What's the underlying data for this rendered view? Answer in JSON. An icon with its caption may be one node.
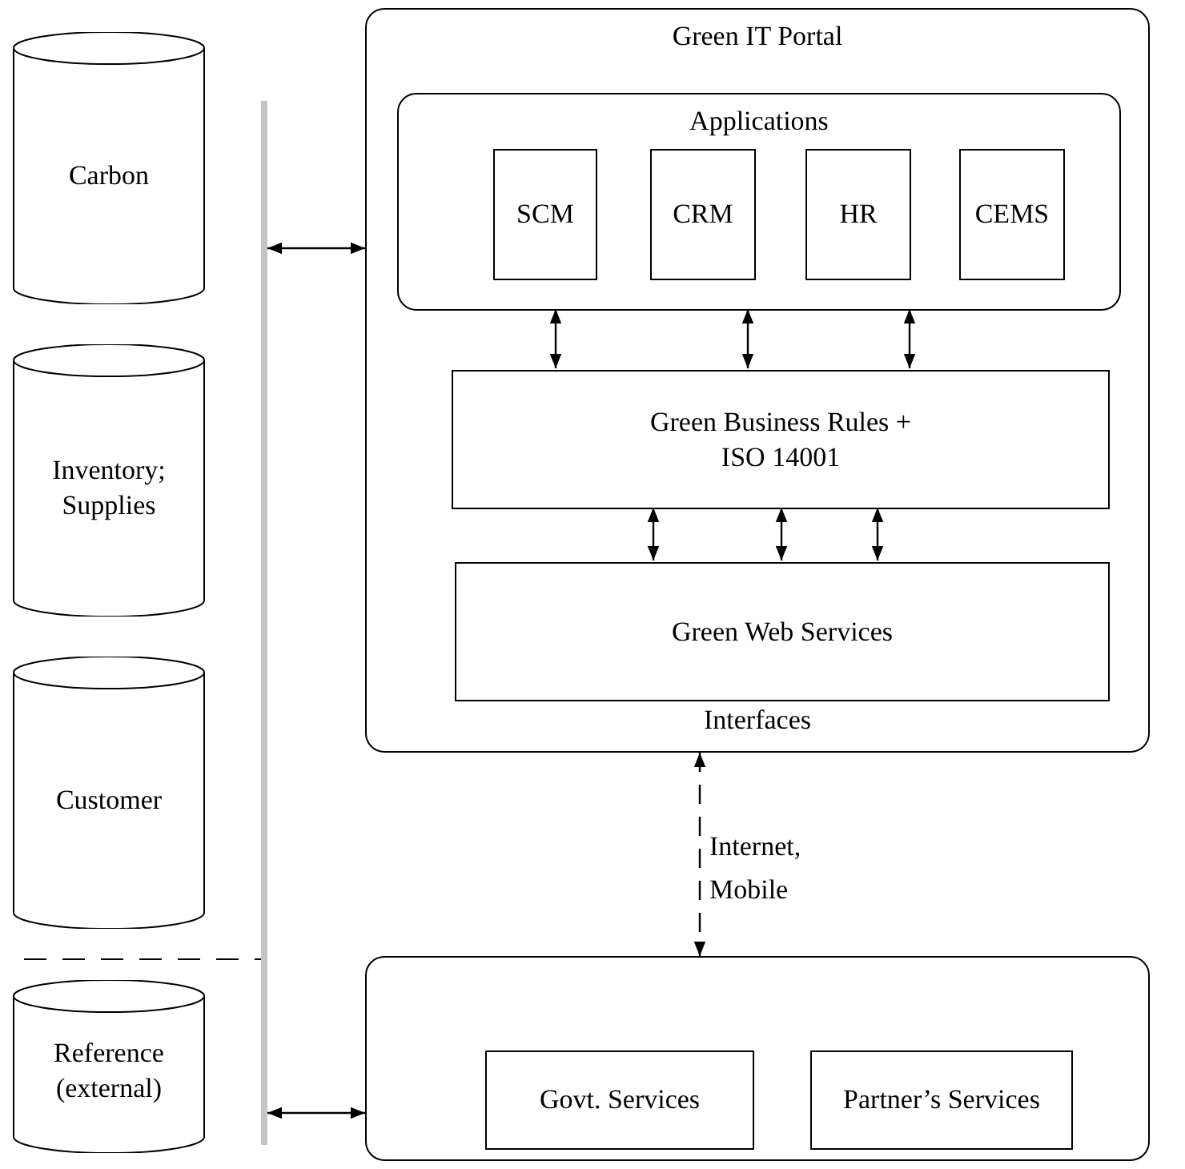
{
  "diagram": {
    "nodes": [
      {
        "text": [
          "Green IT Portal",
          "Interfaces"
        ]
      },
      {
        "text": [
          "Applications"
        ],
        "in": 0
      },
      {
        "text": [
          "SCM"
        ],
        "in": 1
      },
      {
        "text": [
          "CRM"
        ],
        "in": 1
      },
      {
        "text": [
          "HR"
        ],
        "in": 1
      },
      {
        "text": [
          "CEMS"
        ],
        "in": 1
      },
      {
        "text": [
          "Green Business Rules + ISO 14001"
        ],
        "in": 0
      },
      {
        "text": [
          "Green Web Services"
        ],
        "in": 0
      },
      {
        "text": [],
        "shape": "box"
      },
      {
        "text": [
          "Govt. Services"
        ],
        "in": 8
      },
      {
        "text": [
          "Partner’s Services"
        ],
        "in": 8
      },
      {
        "text": [
          "Carbon"
        ]
      },
      {
        "text": [
          "Inventory; Supplies"
        ]
      },
      {
        "text": [
          "Customer"
        ]
      },
      {
        "text": [
          "Reference (external)"
        ]
      },
      {
        "text": [],
        "shape": "bar"
      }
    ],
    "edges": [
      {
        "from": 15,
        "to": 0,
        "arrow": "both"
      },
      {
        "from": 1,
        "to": 6,
        "arrow": "both"
      },
      {
        "from": 1,
        "to": 6,
        "arrow": "both"
      },
      {
        "from": 1,
        "to": 6,
        "arrow": "both"
      },
      {
        "from": 6,
        "to": 7,
        "arrow": "both"
      },
      {
        "from": 6,
        "to": 7,
        "arrow": "both"
      },
      {
        "from": 6,
        "to": 7,
        "arrow": "both"
      },
      {
        "from": 0,
        "to": 8,
        "arrow": "both",
        "style": "dashed",
        "label": "Internet, Mobile"
      },
      {
        "from": 15,
        "to": 8,
        "arrow": "both"
      }
    ]
  }
}
